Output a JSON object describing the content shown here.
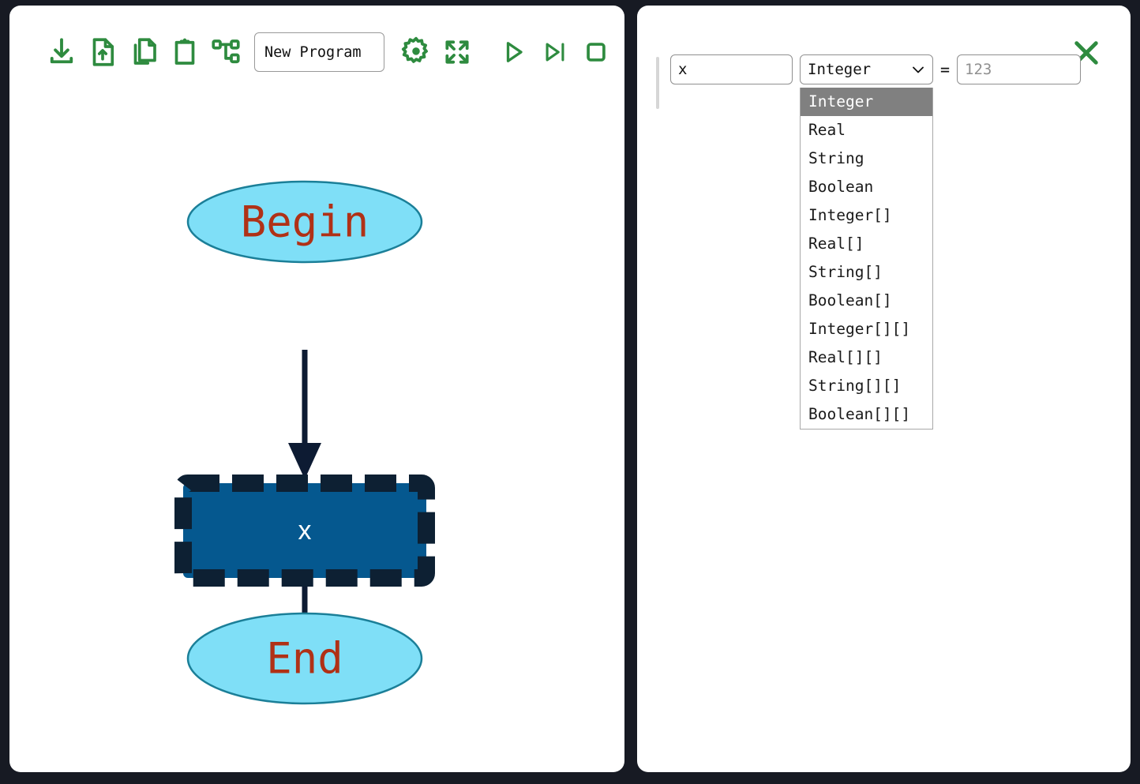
{
  "theme": {
    "app_bg": "#171a23",
    "panel_bg": "#ffffff",
    "accent_green": "#2e8b3f",
    "node_fill": "#05588f",
    "node_border_selected": "#0d2033",
    "terminal_fill": "#7fdff7",
    "terminal_border": "#1b7f98",
    "terminal_text": "#b03116",
    "connector": "#0d1b33",
    "dropdown_highlight": "#808080"
  },
  "toolbar": {
    "items": [
      {
        "name": "download-icon",
        "label": "Download"
      },
      {
        "name": "file-upload-icon",
        "label": "Upload"
      },
      {
        "name": "copy-icon",
        "label": "Copy"
      },
      {
        "name": "paste-icon",
        "label": "Paste"
      },
      {
        "name": "sitemap-icon",
        "label": "Flowchart"
      }
    ],
    "program_name": "New Program",
    "program_name_placeholder": "New Program",
    "right_items": [
      {
        "name": "gear-icon",
        "label": "Settings"
      },
      {
        "name": "expand-icon",
        "label": "Fullscreen"
      },
      {
        "name": "play-icon",
        "label": "Run"
      },
      {
        "name": "step-icon",
        "label": "Step"
      },
      {
        "name": "stop-icon",
        "label": "Stop"
      }
    ]
  },
  "flowchart": {
    "nodes": [
      {
        "id": "begin",
        "type": "terminal",
        "label": "Begin"
      },
      {
        "id": "declare",
        "type": "process",
        "label": "x",
        "selected": true
      },
      {
        "id": "end",
        "type": "terminal",
        "label": "End"
      }
    ],
    "edges": [
      {
        "from": "begin",
        "to": "declare"
      },
      {
        "from": "declare",
        "to": "end"
      }
    ]
  },
  "inspector": {
    "close_label": "×",
    "variable": {
      "name_value": "x",
      "name_placeholder": "",
      "type_value": "Integer",
      "equals": "=",
      "value_value": "",
      "value_placeholder": "123"
    },
    "type_options": [
      "Integer",
      "Real",
      "String",
      "Boolean",
      "Integer[]",
      "Real[]",
      "String[]",
      "Boolean[]",
      "Integer[][]",
      "Real[][]",
      "String[][]",
      "Boolean[][]"
    ],
    "type_selected_index": 0,
    "dropdown_open": true
  }
}
